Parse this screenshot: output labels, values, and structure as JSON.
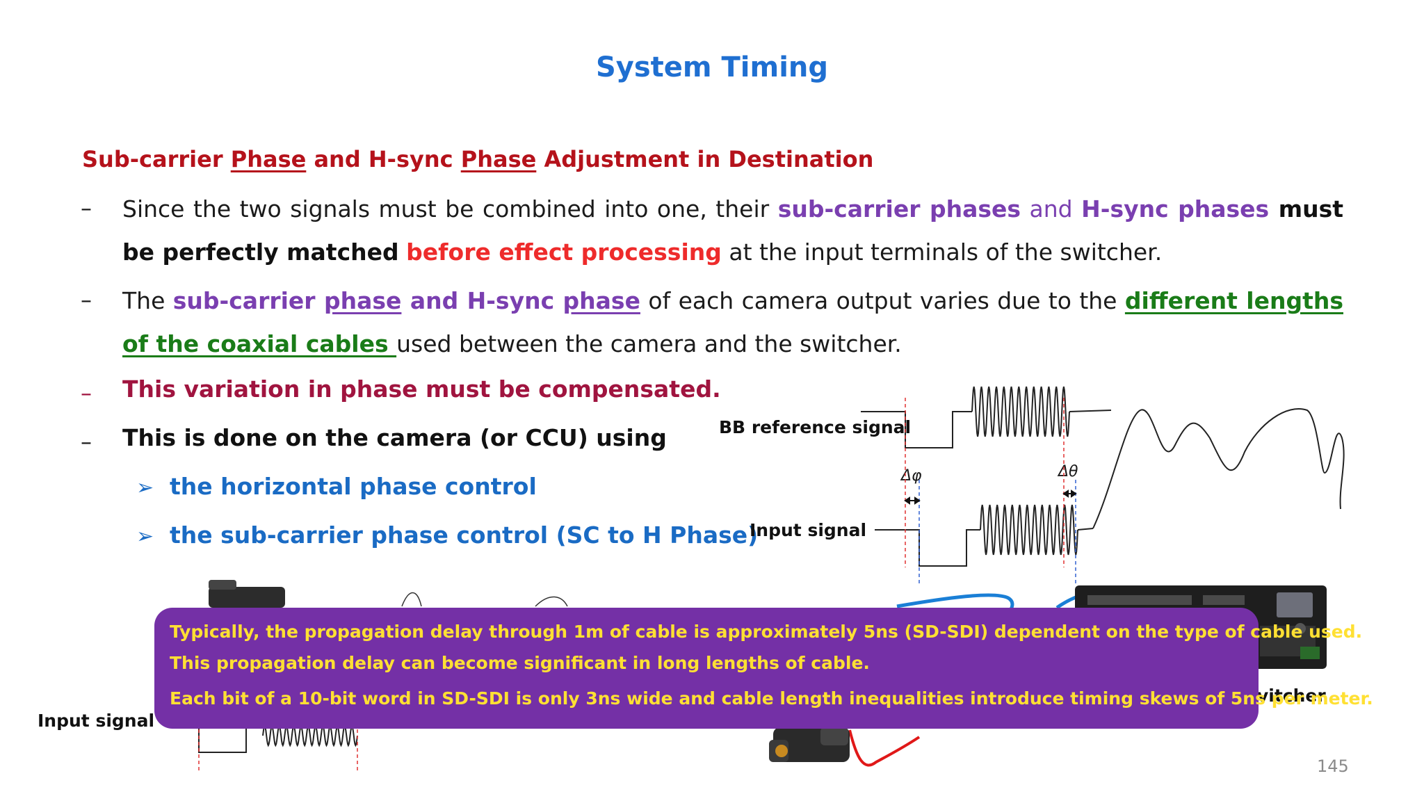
{
  "title": "System Timing",
  "subheading": {
    "part1": "Sub-carrier ",
    "phase1": "Phase",
    "part2": " and H-sync ",
    "phase2": "Phase",
    "part3": " Adjustment in Destination"
  },
  "bullet_dash": "–",
  "bullet1": {
    "t1": "Since the two signals must be combined into one, their ",
    "t2": "sub-carrier phases",
    "t3": " and ",
    "t4": "H-sync phases",
    "t5": " must be perfectly matched",
    "t6": " ",
    "t7": "before effect processing",
    "t8": " at the input terminals of the switcher."
  },
  "bullet2": {
    "t1": "The ",
    "t2": "sub-carrier ",
    "t3": "phase",
    "t4": " and H-sync ",
    "t5": "phase",
    "t6": " of each camera output varies due to the ",
    "t7": "different lengths of the coaxial cables ",
    "t8": "used between the camera and the switcher."
  },
  "bullet3": "This variation in phase must be compensated.",
  "bullet4": "This is done on the camera (or CCU) using",
  "sub_bullets": [
    "the horizontal phase control",
    "the sub-carrier phase control (SC to H Phase)"
  ],
  "arrow_glyph": "➢",
  "diagram": {
    "bb_label": "BB reference signal",
    "input_label": "Input signal",
    "delta_phi": "Δφ",
    "delta_theta": "Δθ",
    "input_label_bottom": "Input signal",
    "switcher_label": "vitcher"
  },
  "callout": {
    "line1": "Typically, the propagation delay through 1m of cable is approximately 5ns (SD-SDI) dependent on the type of cable used.",
    "line2": "This propagation delay can become significant in long lengths of cable.",
    "line3": "Each bit of a 10-bit word in SD-SDI is only 3ns wide and cable length inequalities introduce timing skews of 5ns per meter."
  },
  "page_number": "145",
  "colors": {
    "title": "#1f6fd1",
    "subheading": "#b5121b",
    "purple": "#7a3fb0",
    "red": "#ee2b2b",
    "green": "#1a7c18",
    "blue": "#1a6bc4",
    "callout_bg": "#7430a6",
    "callout_text": "#ffe033"
  }
}
